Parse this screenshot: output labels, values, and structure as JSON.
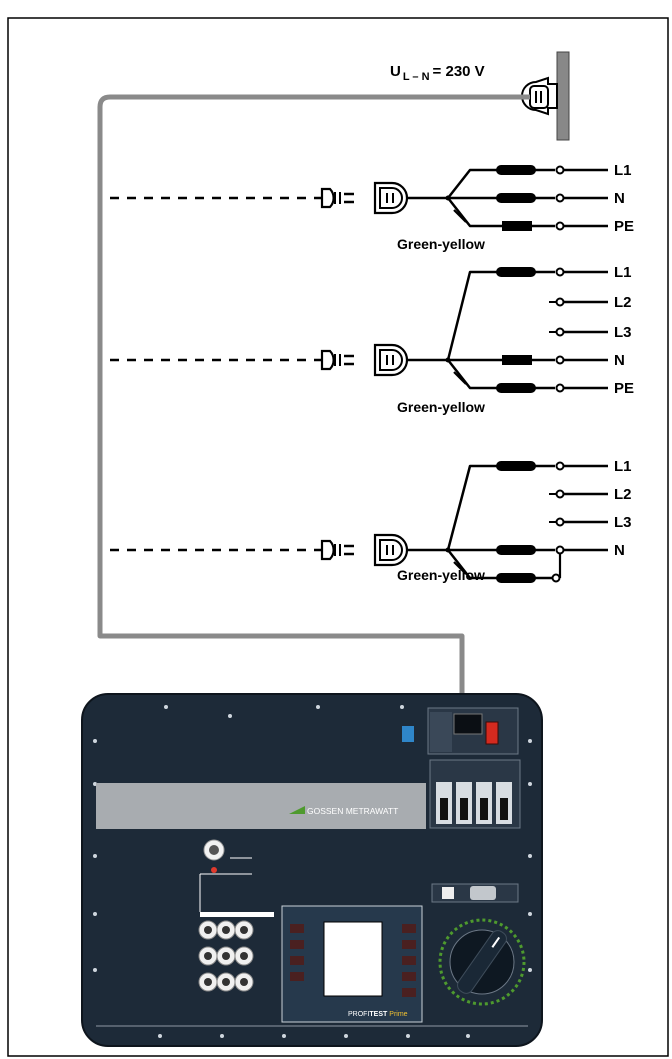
{
  "supply": {
    "label_u": "U",
    "label_sub": "L – N",
    "label_value": "= 230 V"
  },
  "wire_label": "Green-yellow",
  "groups": [
    {
      "terminals": [
        "L1",
        "N",
        "PE"
      ]
    },
    {
      "terminals": [
        "L1",
        "L2",
        "L3",
        "N",
        "PE"
      ]
    },
    {
      "terminals": [
        "L1",
        "L2",
        "L3",
        "N"
      ]
    }
  ],
  "device": {
    "brand": "GOSSEN METRAWATT",
    "model_prefix": "PROFI",
    "model_bold": "TEST",
    "model_suffix": "Prime"
  },
  "colors": {
    "mains_cable": "#8a8a8a",
    "panel": "#1d2a38",
    "panel_bar": "#a8acb0",
    "brand_green": "#4e9a2e"
  }
}
